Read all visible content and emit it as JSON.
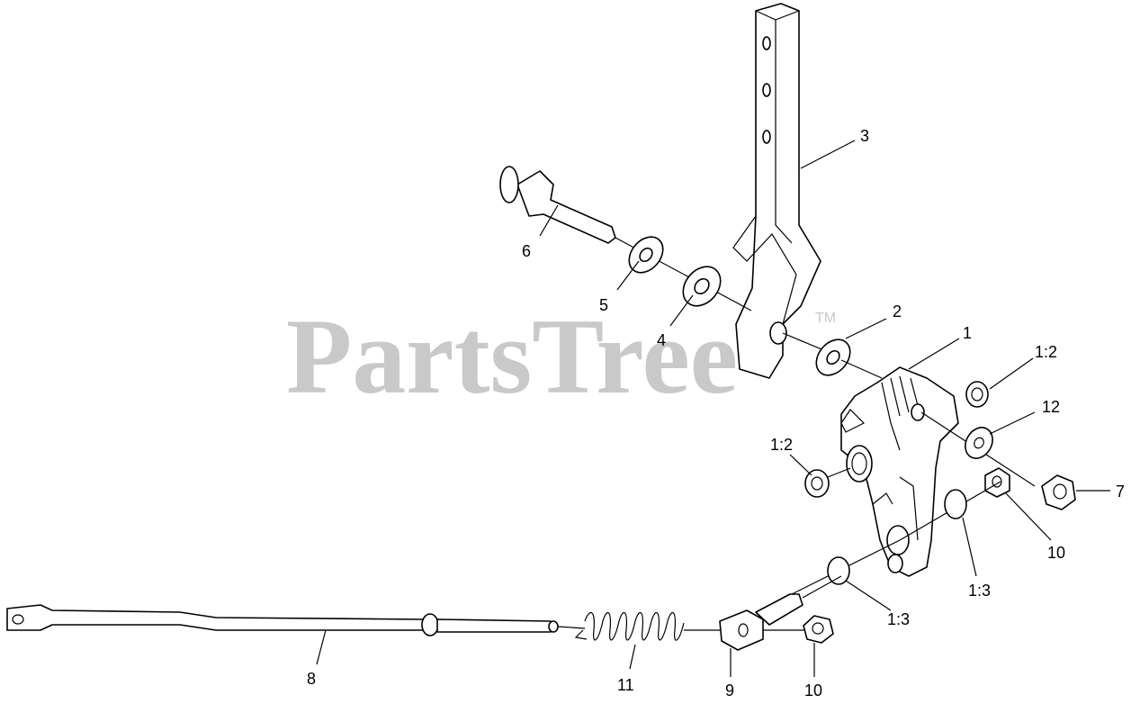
{
  "watermark": {
    "text": "PartsTree",
    "mark": "TM"
  },
  "callouts": {
    "c1": "1",
    "c2": "2",
    "c3": "3",
    "c4": "4",
    "c5": "5",
    "c6": "6",
    "c7": "7",
    "c8": "8",
    "c9": "9",
    "c10a": "10",
    "c10b": "10",
    "c11": "11",
    "c12": "12",
    "c12a": "1:2",
    "c12b": "1:2",
    "c13a": "1:3",
    "c13b": "1:3"
  }
}
